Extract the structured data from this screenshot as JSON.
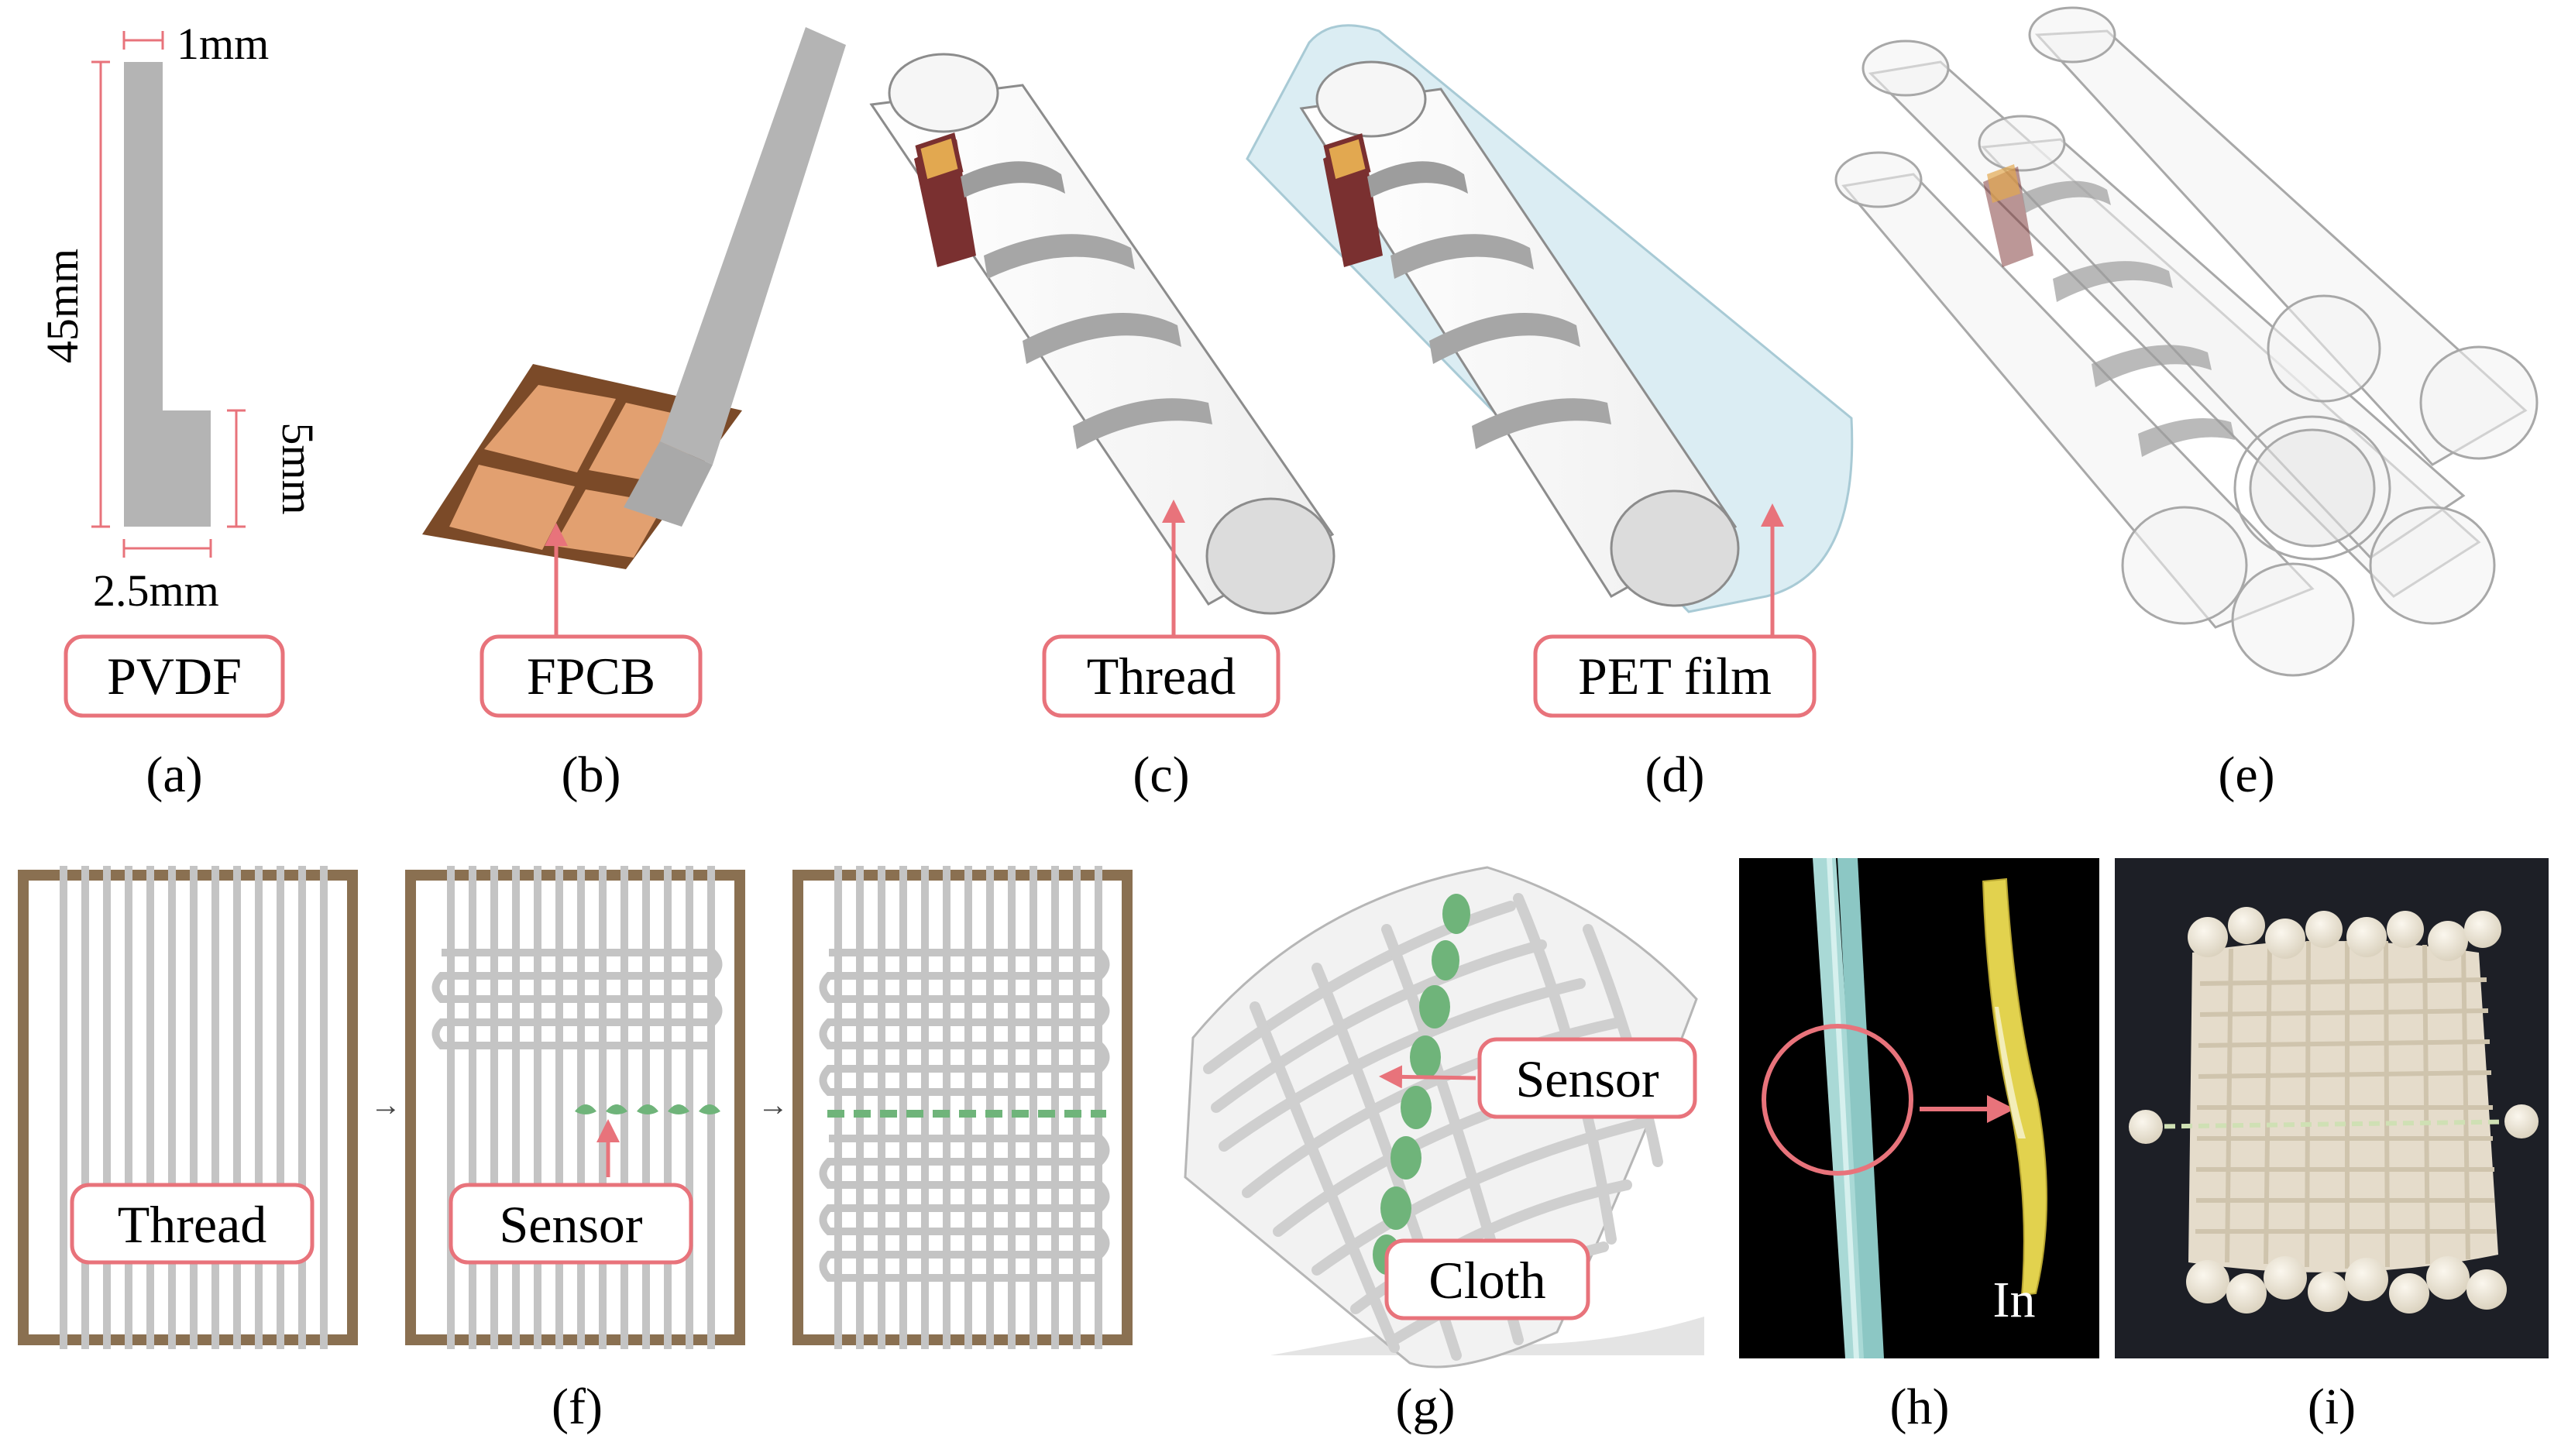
{
  "panels": {
    "a": {
      "caption": "(a)",
      "label": "PVDF",
      "dims": {
        "width_top": "1mm",
        "height": "45mm",
        "foot_height": "5mm",
        "base_width": "2.5mm"
      }
    },
    "b": {
      "caption": "(b)",
      "label": "FPCB"
    },
    "c": {
      "caption": "(c)",
      "label": "Thread"
    },
    "d": {
      "caption": "(d)",
      "label": "PET film"
    },
    "e": {
      "caption": "(e)"
    },
    "f": {
      "caption": "(f)",
      "labels": {
        "thread": "Thread",
        "sensor": "Sensor"
      }
    },
    "g": {
      "caption": "(g)",
      "labels": {
        "sensor": "Sensor",
        "cloth": "Cloth"
      }
    },
    "h": {
      "caption": "(h)",
      "label": "In"
    },
    "i": {
      "caption": "(i)"
    }
  },
  "colors": {
    "callout_border": "#e8737b",
    "callout_arrow": "#e8737b",
    "pvdf_gray": "#b4b4b4",
    "fpcb_copper": "#e2a070",
    "fpcb_brown": "#7b4a28",
    "loom_frame": "#8a7051",
    "thread_gray": "#c4c4c4",
    "sensor_green": "#6fb47a",
    "pet_blue": "#cfe7ef",
    "photo_bg": "#000000"
  }
}
